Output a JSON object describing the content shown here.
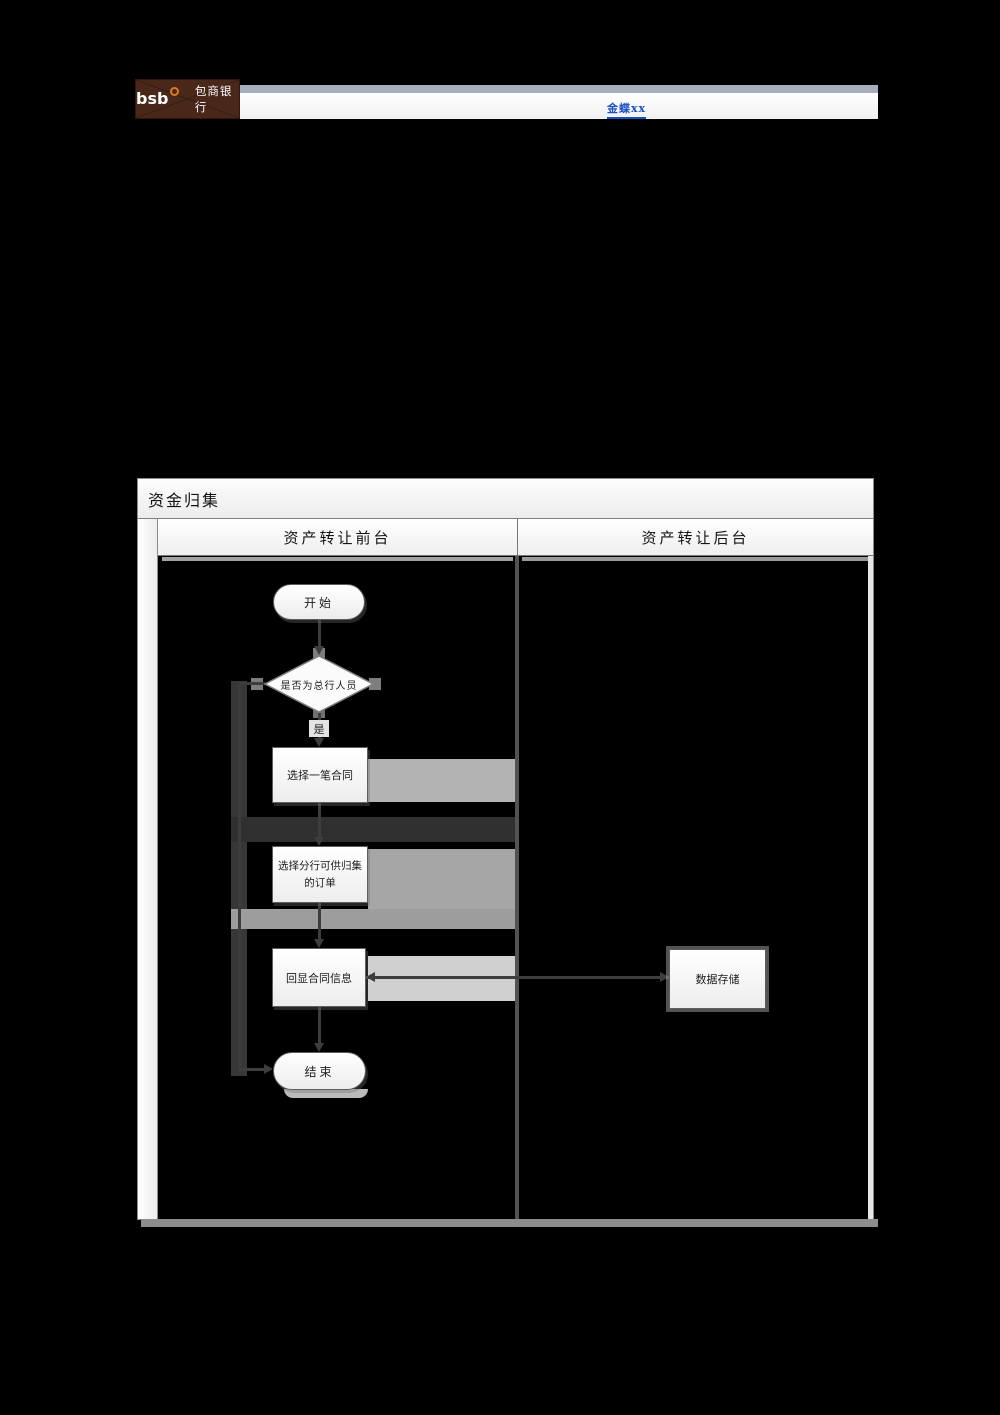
{
  "header": {
    "logo_brand": "bsb",
    "logo_bank": "包商银行",
    "link_text": "金蝶xx"
  },
  "flowchart": {
    "pool_title": "资金归集",
    "lane_front": "资产转让前台",
    "lane_back": "资产转让后台",
    "nodes": {
      "start": "开始",
      "decision": "是否为总行人员",
      "yes": "是",
      "select_contract": "选择一笔合同",
      "select_orders": "选择分行可供归集的订单",
      "echo_contract": "回显合同信息",
      "data_store": "数据存储",
      "end": "结束"
    }
  },
  "colors": {
    "page_bg": "#000000",
    "logo_bg": "#49281a",
    "logo_accent": "#e0791c",
    "link_blue": "#1b51c0",
    "connector": "#3d3d3d",
    "lane_divider": "#525252"
  }
}
